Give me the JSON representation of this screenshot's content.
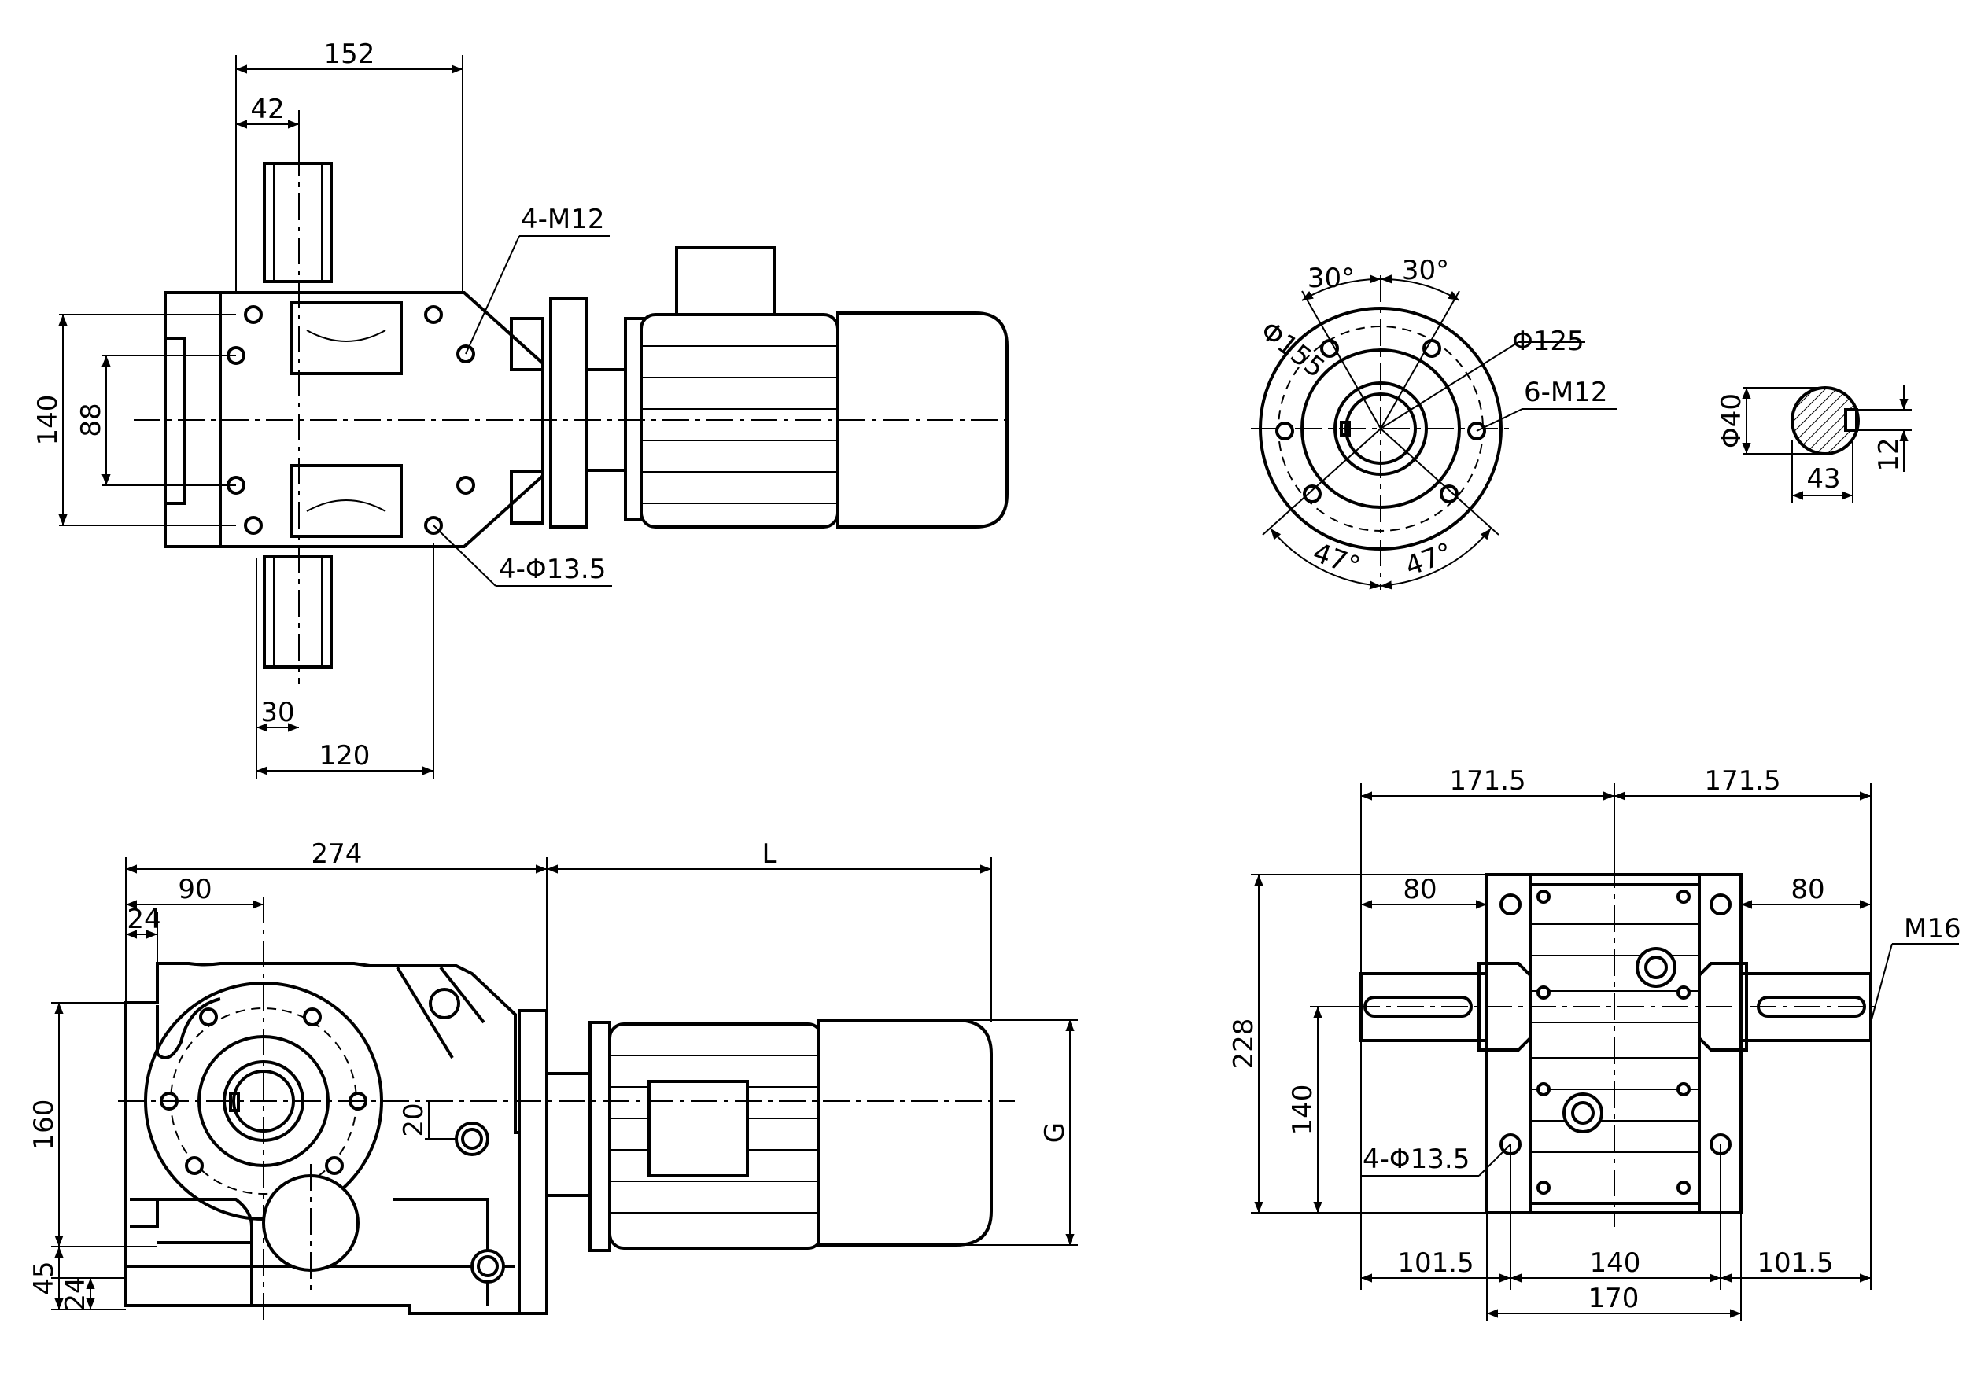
{
  "top_view": {
    "dim_152": "152",
    "dim_42": "42",
    "dim_4m12": "4-M12",
    "dim_140": "140",
    "dim_88": "88",
    "dim_4phi135": "4-Φ13.5",
    "dim_30": "30",
    "dim_120": "120"
  },
  "flange_view": {
    "ang_30_left": "30°",
    "ang_30_right": "30°",
    "dia_155": "Φ155",
    "dia_125": "Φ125",
    "holes_6m12": "6-M12",
    "ang_47_left": "47°",
    "ang_47_right": "47°"
  },
  "shaft_section": {
    "dia_40": "Φ40",
    "dim_43": "43",
    "dim_12": "12"
  },
  "front_view": {
    "dim_274": "274",
    "dim_L": "L",
    "dim_90": "90",
    "dim_24_top": "24",
    "dim_160": "160",
    "dim_20": "20",
    "dim_45": "45",
    "dim_24_bottom": "24",
    "dim_G": "G"
  },
  "end_view": {
    "dim_1715_left": "171.5",
    "dim_1715_right": "171.5",
    "dim_80_left": "80",
    "dim_80_right": "80",
    "thread_m16": "M16",
    "dim_228": "228",
    "dim_140": "140",
    "dim_4phi135": "4-Φ13.5",
    "dim_1015_left": "101.5",
    "dim_140_bottom": "140",
    "dim_1015_right": "101.5",
    "dim_170": "170"
  },
  "colors": {
    "line": "#000000",
    "background": "#ffffff"
  }
}
